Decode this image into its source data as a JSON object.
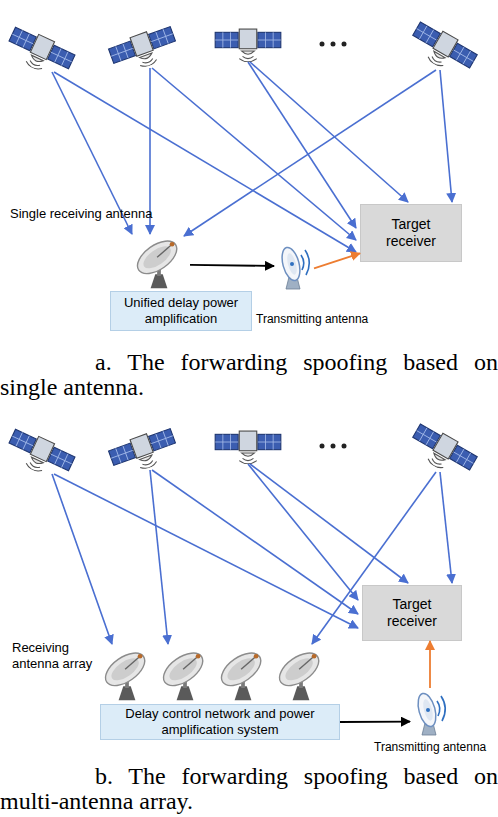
{
  "diagram": {
    "nodes": [
      {
        "text": [
          "Single receiving antenna"
        ]
      },
      {
        "text": [
          "Unified delay power amplification"
        ]
      },
      {
        "text": [
          "Transmitting antenna"
        ]
      },
      {
        "text": [
          "Target receiver"
        ]
      },
      {
        "text": [
          "Receiving antenna array"
        ]
      },
      {
        "text": [
          "Delay control network and power amplification system"
        ]
      },
      {
        "text": [
          "Transmitting antenna"
        ]
      },
      {
        "text": [
          "Target receiver"
        ]
      }
    ],
    "edges": [
      {
        "from": 0,
        "to": 2,
        "arrow": "to"
      },
      {
        "from": 2,
        "to": 3,
        "arrow": "to"
      },
      {
        "from": 5,
        "to": 6,
        "arrow": "to"
      },
      {
        "from": 6,
        "to": 7,
        "arrow": "to"
      }
    ],
    "labels": [
      "a. The forwarding spoofing based on single antenna.",
      "b. The forwarding spoofing based on multi-antenna array."
    ]
  }
}
